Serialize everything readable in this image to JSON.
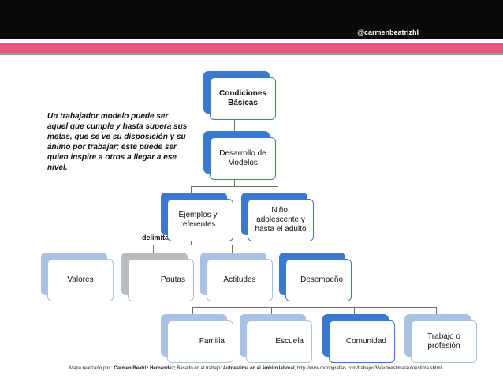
{
  "header": {
    "handle": "@carmenbeatrizhl"
  },
  "note": "Un trabajador modelo puede ser aquel que cumple y hasta supera sus metas, que se ve su disposición y su ánimo por trabajar; éste puede ser quien inspire a otros a llegar a ese nivel.",
  "connector_label": "delimitará",
  "nodes": {
    "condiciones": "Condiciones Básicas",
    "desarrollo": "Desarrollo de Modelos",
    "ejemplos": "Ejemplos y referentes",
    "nino": "Niño, adolescente y hasta el adulto",
    "valores": "Valores",
    "pautas": "Pautas",
    "actitudes": "Actitudes",
    "desempeno": "Desempeño",
    "familia": "Familia",
    "escuela": "Escuela",
    "comunidad": "Comunidad",
    "trabajo": "Trabajo o profesión"
  },
  "footer": {
    "prefix": "Mapa realizado por :",
    "author": "Carmen Beatriz Hernández;",
    "middle": "Basado en el trabajo:",
    "work": "Autoestima en el ámbito laboral,",
    "url": "http://www.monografias.com/trabajos36/autoestima/autoestima.shtml"
  }
}
